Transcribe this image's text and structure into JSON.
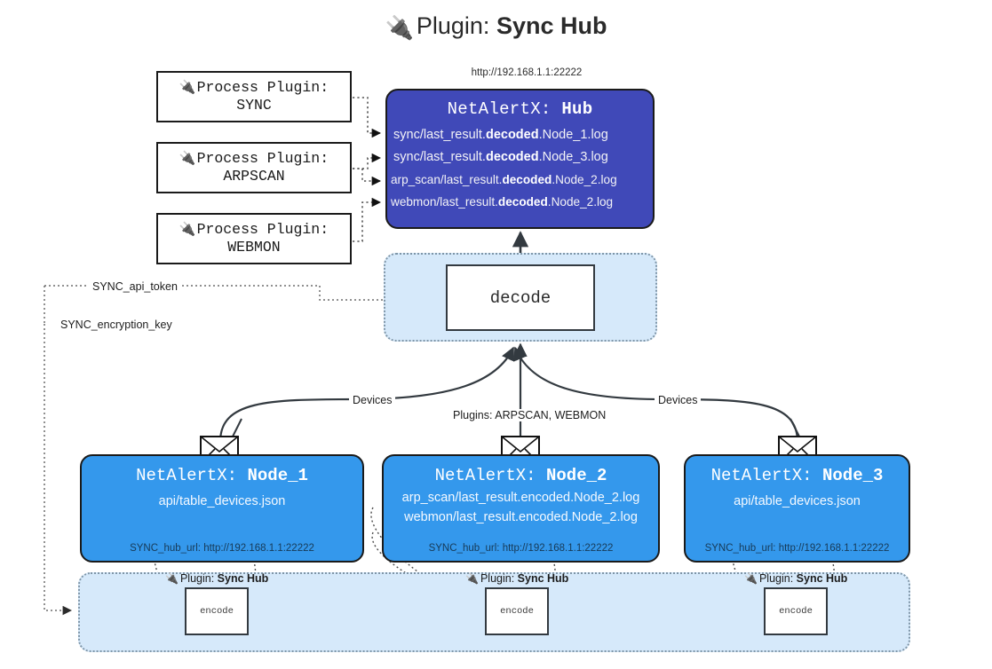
{
  "title": {
    "icon": "plug-icon",
    "prefix": "Plugin:",
    "name": "Sync Hub"
  },
  "hub": {
    "url": "http://192.168.1.1:22222",
    "title_prefix": "NetAlertX:",
    "title_name": "Hub",
    "log_lines": [
      {
        "pre": "sync/last_result.",
        "bold": "decoded",
        "post": ".Node_1.log"
      },
      {
        "pre": "sync/last_result.",
        "bold": "decoded",
        "post": ".Node_3.log"
      },
      {
        "pre": "arp_scan/last_result.",
        "bold": "decoded",
        "post": ".Node_2.log"
      },
      {
        "pre": "webmon/last_result.",
        "bold": "decoded",
        "post": ".Node_2.log"
      }
    ]
  },
  "process_plugins": [
    {
      "icon": "plug-icon",
      "line1": "Process Plugin:",
      "line2": "SYNC"
    },
    {
      "icon": "plug-icon",
      "line1": "Process Plugin:",
      "line2": "ARPSCAN"
    },
    {
      "icon": "plug-icon",
      "line1": "Process Plugin:",
      "line2": "WEBMON"
    }
  ],
  "decode": {
    "label": "decode"
  },
  "nodes": [
    {
      "title_prefix": "NetAlertX:",
      "title_name": "Node_1",
      "paths": [
        "api/table_devices.json"
      ],
      "hub_url_label": "SYNC_hub_url: http://192.168.1.1:22222",
      "mail_icon": "envelope-icon"
    },
    {
      "title_prefix": "NetAlertX:",
      "title_name": "Node_2",
      "paths": [
        "arp_scan/last_result.encoded.Node_2.log",
        "webmon/last_result.encoded.Node_2.log"
      ],
      "hub_url_label": "SYNC_hub_url: http://192.168.1.1:22222",
      "mail_icon": "envelope-icon"
    },
    {
      "title_prefix": "NetAlertX:",
      "title_name": "Node_3",
      "paths": [
        "api/table_devices.json"
      ],
      "hub_url_label": "SYNC_hub_url: http://192.168.1.1:22222",
      "mail_icon": "envelope-icon"
    }
  ],
  "encoders": [
    {
      "plugin_prefix": "Plugin:",
      "plugin_name": "Sync Hub",
      "box_label": "encode",
      "icon": "plug-icon"
    },
    {
      "plugin_prefix": "Plugin:",
      "plugin_name": "Sync Hub",
      "box_label": "encode",
      "icon": "plug-icon"
    },
    {
      "plugin_prefix": "Plugin:",
      "plugin_name": "Sync Hub",
      "box_label": "encode",
      "icon": "plug-icon"
    }
  ],
  "edge_labels": {
    "devices_left": "Devices",
    "devices_right": "Devices",
    "plugins_center": "Plugins: ARPSCAN, WEBMON",
    "api_token": "SYNC_api_token",
    "encryption_key": "SYNC_encryption_key"
  },
  "colors": {
    "hub_fill": "#4049b8",
    "node_fill": "#3498ec",
    "container_fill": "#d6e9fa",
    "container_border": "#7f96a8",
    "stroke": "#1a1a1a",
    "background": "#ffffff"
  }
}
